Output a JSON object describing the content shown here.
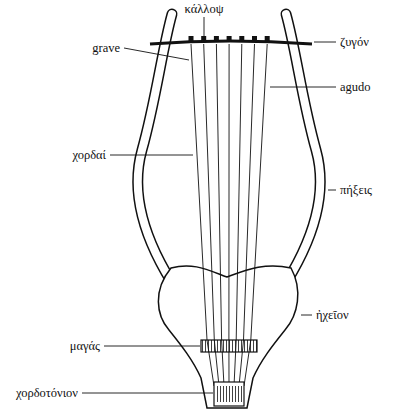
{
  "diagram": {
    "labels": [
      "κάλλοψ",
      "ζυγόν",
      "grave",
      "agudo",
      "χορδαί",
      "πήξεις",
      "ἠχεῖον",
      "μαγάς",
      "χορδοτόνιον"
    ]
  }
}
